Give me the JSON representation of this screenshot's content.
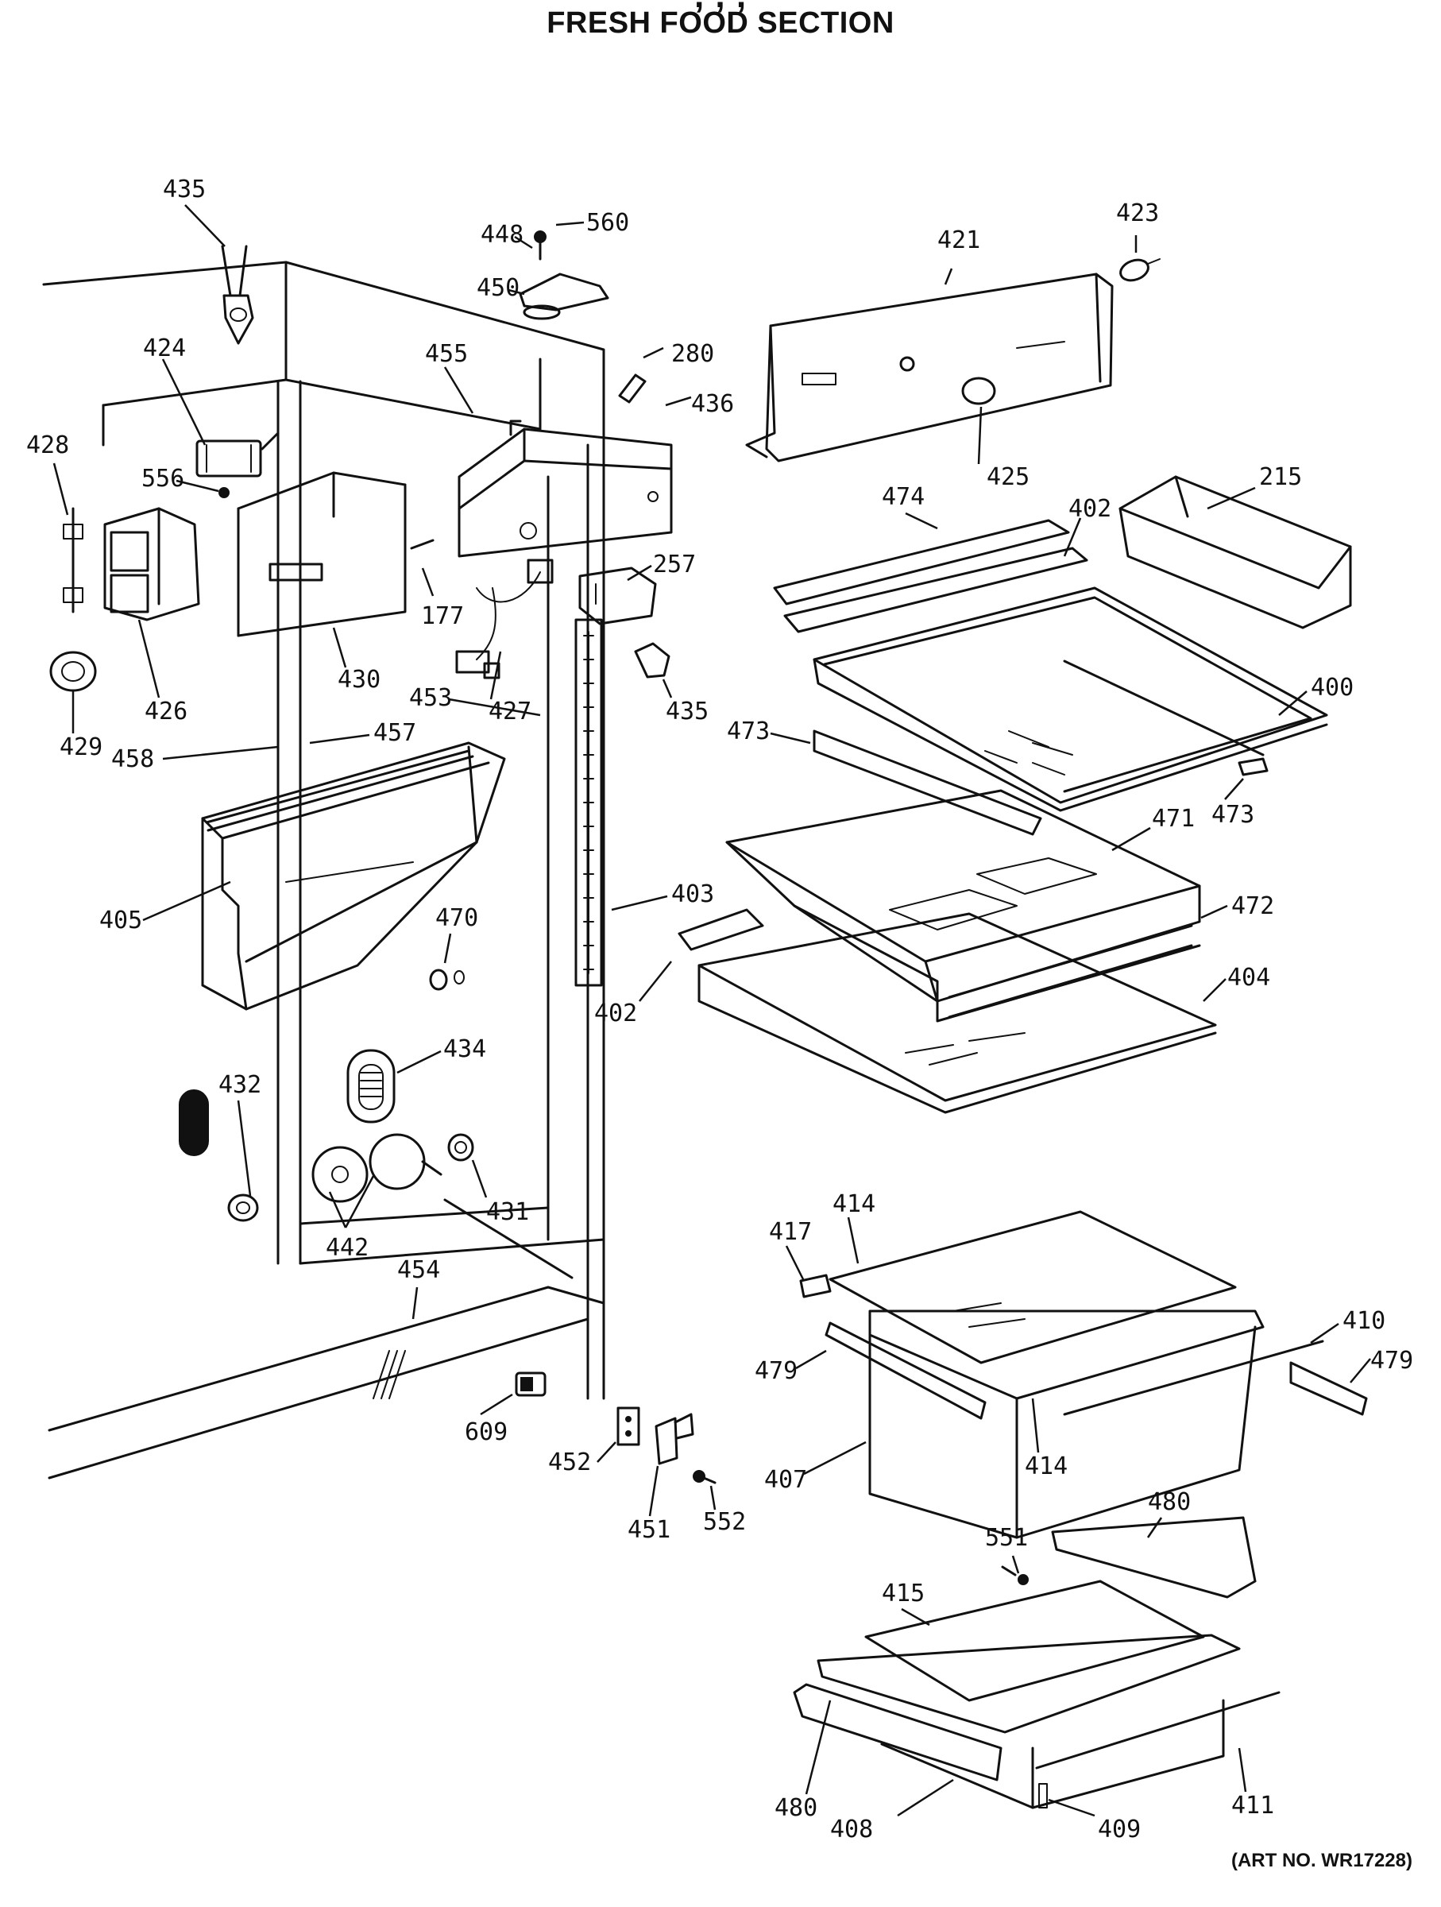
{
  "title_top": ", , ,",
  "title": "FRESH FOOD SECTION",
  "art_no": "(ART NO. WR17228)",
  "callouts": [
    {
      "id": "c435a",
      "text": "435"
    },
    {
      "id": "c448",
      "text": "448"
    },
    {
      "id": "c560",
      "text": "560"
    },
    {
      "id": "c450",
      "text": "450"
    },
    {
      "id": "c280",
      "text": "280"
    },
    {
      "id": "c421",
      "text": "421"
    },
    {
      "id": "c423",
      "text": "423"
    },
    {
      "id": "c424",
      "text": "424"
    },
    {
      "id": "c455",
      "text": "455"
    },
    {
      "id": "c436",
      "text": "436"
    },
    {
      "id": "c428",
      "text": "428"
    },
    {
      "id": "c556",
      "text": "556"
    },
    {
      "id": "c425",
      "text": "425"
    },
    {
      "id": "c474",
      "text": "474"
    },
    {
      "id": "c402a",
      "text": "402"
    },
    {
      "id": "c215",
      "text": "215"
    },
    {
      "id": "c257",
      "text": "257"
    },
    {
      "id": "c177",
      "text": "177"
    },
    {
      "id": "c426",
      "text": "426"
    },
    {
      "id": "c430",
      "text": "430"
    },
    {
      "id": "c427",
      "text": "427"
    },
    {
      "id": "c435b",
      "text": "435"
    },
    {
      "id": "c400",
      "text": "400"
    },
    {
      "id": "c429",
      "text": "429"
    },
    {
      "id": "c453",
      "text": "453"
    },
    {
      "id": "c457",
      "text": "457"
    },
    {
      "id": "c458",
      "text": "458"
    },
    {
      "id": "c473a",
      "text": "473"
    },
    {
      "id": "c473b",
      "text": "473"
    },
    {
      "id": "c471",
      "text": "471"
    },
    {
      "id": "c405",
      "text": "405"
    },
    {
      "id": "c403",
      "text": "403"
    },
    {
      "id": "c470",
      "text": "470"
    },
    {
      "id": "c472",
      "text": "472"
    },
    {
      "id": "c404",
      "text": "404"
    },
    {
      "id": "c402b",
      "text": "402"
    },
    {
      "id": "c434",
      "text": "434"
    },
    {
      "id": "c432",
      "text": "432"
    },
    {
      "id": "c431",
      "text": "431"
    },
    {
      "id": "c442",
      "text": "442"
    },
    {
      "id": "c414a",
      "text": "414"
    },
    {
      "id": "c417",
      "text": "417"
    },
    {
      "id": "c454",
      "text": "454"
    },
    {
      "id": "c410",
      "text": "410"
    },
    {
      "id": "c479a",
      "text": "479"
    },
    {
      "id": "c479b",
      "text": "479"
    },
    {
      "id": "c609",
      "text": "609"
    },
    {
      "id": "c414b",
      "text": "414"
    },
    {
      "id": "c452",
      "text": "452"
    },
    {
      "id": "c407",
      "text": "407"
    },
    {
      "id": "c480a",
      "text": "480"
    },
    {
      "id": "c451",
      "text": "451"
    },
    {
      "id": "c552",
      "text": "552"
    },
    {
      "id": "c551",
      "text": "551"
    },
    {
      "id": "c415",
      "text": "415"
    },
    {
      "id": "c480b",
      "text": "480"
    },
    {
      "id": "c411",
      "text": "411"
    },
    {
      "id": "c408",
      "text": "408"
    },
    {
      "id": "c409",
      "text": "409"
    }
  ]
}
